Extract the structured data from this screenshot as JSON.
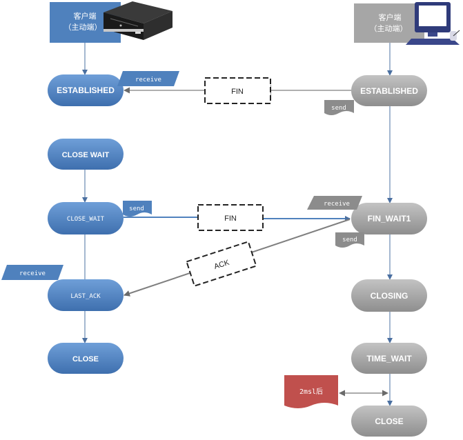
{
  "left_client": {
    "title": "客户端",
    "subtitle": "（主动端）"
  },
  "right_client": {
    "title": "客户端",
    "subtitle": "（主动端）"
  },
  "left_states": {
    "established": "ESTABLISHED",
    "close_wait_1": "CLOSE WAIT",
    "close_wait_2": "CLOSE_WAIT",
    "last_ack": "LAST_ACK",
    "close": "CLOSE"
  },
  "right_states": {
    "established": "ESTABLISHED",
    "fin_wait1": "FIN_WAIT1",
    "closing": "CLOSING",
    "time_wait": "TIME_WAIT",
    "close": "CLOSE"
  },
  "messages": {
    "fin_1": "FIN",
    "fin_2": "FIN",
    "ack": "ACK"
  },
  "tags": {
    "receive_1": "receive",
    "send_1": "send",
    "send_2": "send",
    "receive_2": "receive",
    "send_3": "send",
    "receive_3": "receive",
    "timer": "2msl后"
  },
  "colors": {
    "blue": "#4f81bd",
    "gray": "#a6a6a6",
    "red": "#c0504d",
    "arrow": "#7f7f7f"
  }
}
